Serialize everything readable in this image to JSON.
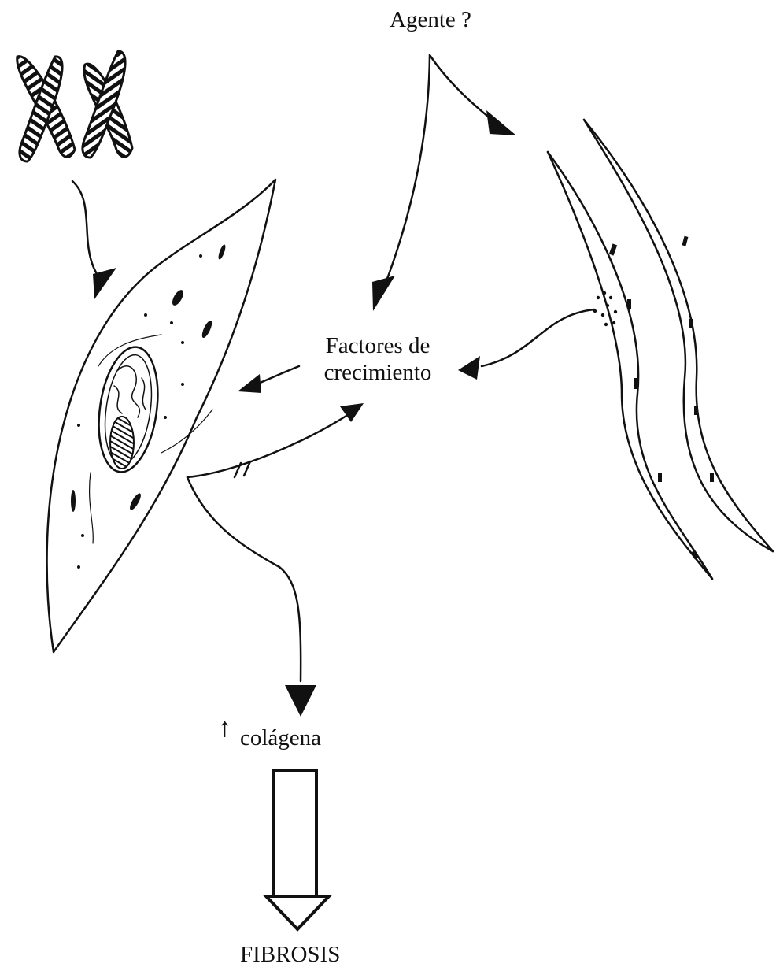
{
  "labels": {
    "agent": "Agente ?",
    "growth_factors_line1": "Factores de",
    "growth_factors_line2": "crecimiento",
    "collagen_arrow": "↑",
    "collagen": "colágena",
    "fibrosis": "FIBROSIS"
  },
  "colors": {
    "ink": "#111111",
    "background": "#ffffff"
  }
}
